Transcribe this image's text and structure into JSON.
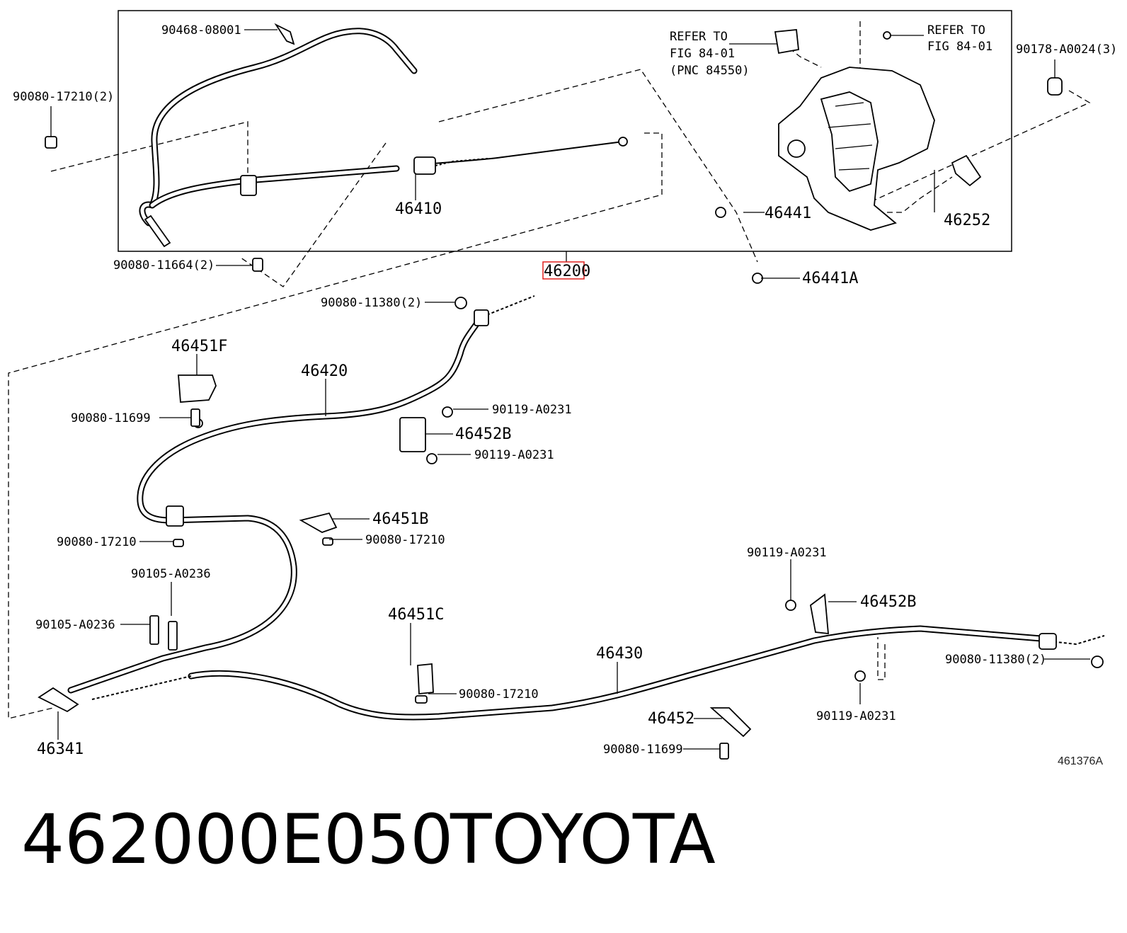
{
  "labels": {
    "p90468": "90468-08001",
    "p90080_17210_2": "90080-17210(2)",
    "refer_left_1": "REFER TO",
    "refer_left_2": "FIG 84-01",
    "refer_left_3": "(PNC 84550)",
    "refer_right_1": "REFER TO",
    "refer_right_2": "FIG 84-01",
    "p90178": "90178-A0024(3)",
    "p46410": "46410",
    "p46441": "46441",
    "p46252": "46252",
    "p90080_11664": "90080-11664(2)",
    "p46200": "46200",
    "p46441A": "46441A",
    "p90080_11380_top": "90080-11380(2)",
    "p46451F": "46451F",
    "p46420": "46420",
    "p90119_a": "90119-A0231",
    "p90080_11699_top": "90080-11699",
    "p46452B_top": "46452B",
    "p90119_b": "90119-A0231",
    "p46451B": "46451B",
    "p90080_17210_left": "90080-17210",
    "p90080_17210_mid": "90080-17210",
    "p90119_c": "90119-A0231",
    "p46452B_right": "46452B",
    "p90105_top": "90105-A0236",
    "p90105_left": "90105-A0236",
    "p46451C": "46451C",
    "p46430": "46430",
    "p90080_11380_right": "90080-11380(2)",
    "p90080_17210_bottom": "90080-17210",
    "p90119_d": "90119-A0231",
    "p46452": "46452",
    "p46341": "46341",
    "p90080_11699_bottom": "90080-11699",
    "ref_code": "461376A"
  },
  "title": {
    "part_number": "462000E050",
    "brand": "TOYOTA"
  },
  "colors": {
    "line": "#000000",
    "highlight": "#e0201e",
    "background": "#ffffff"
  }
}
